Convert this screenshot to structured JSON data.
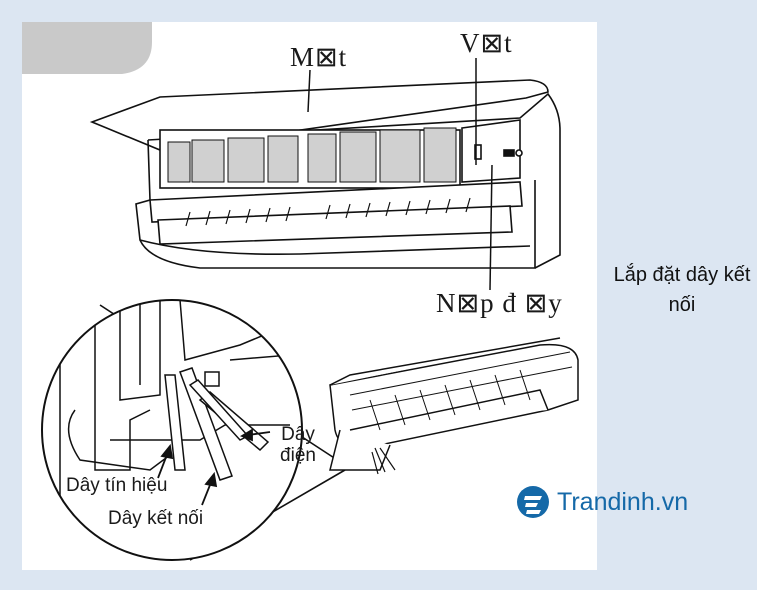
{
  "labels": {
    "mat": "M⊠t",
    "vat": "V⊠t",
    "nap_day": "N⊠p  đ ⊠y",
    "day_dien": "Dây điện",
    "day_tin_hieu": "Dây tín hiệu",
    "day_ket_noi": "Dây kết nối"
  },
  "caption": "Lắp đặt dây kết nối",
  "brand": {
    "name": "Trandinh.vn",
    "color": "#1569a8"
  }
}
